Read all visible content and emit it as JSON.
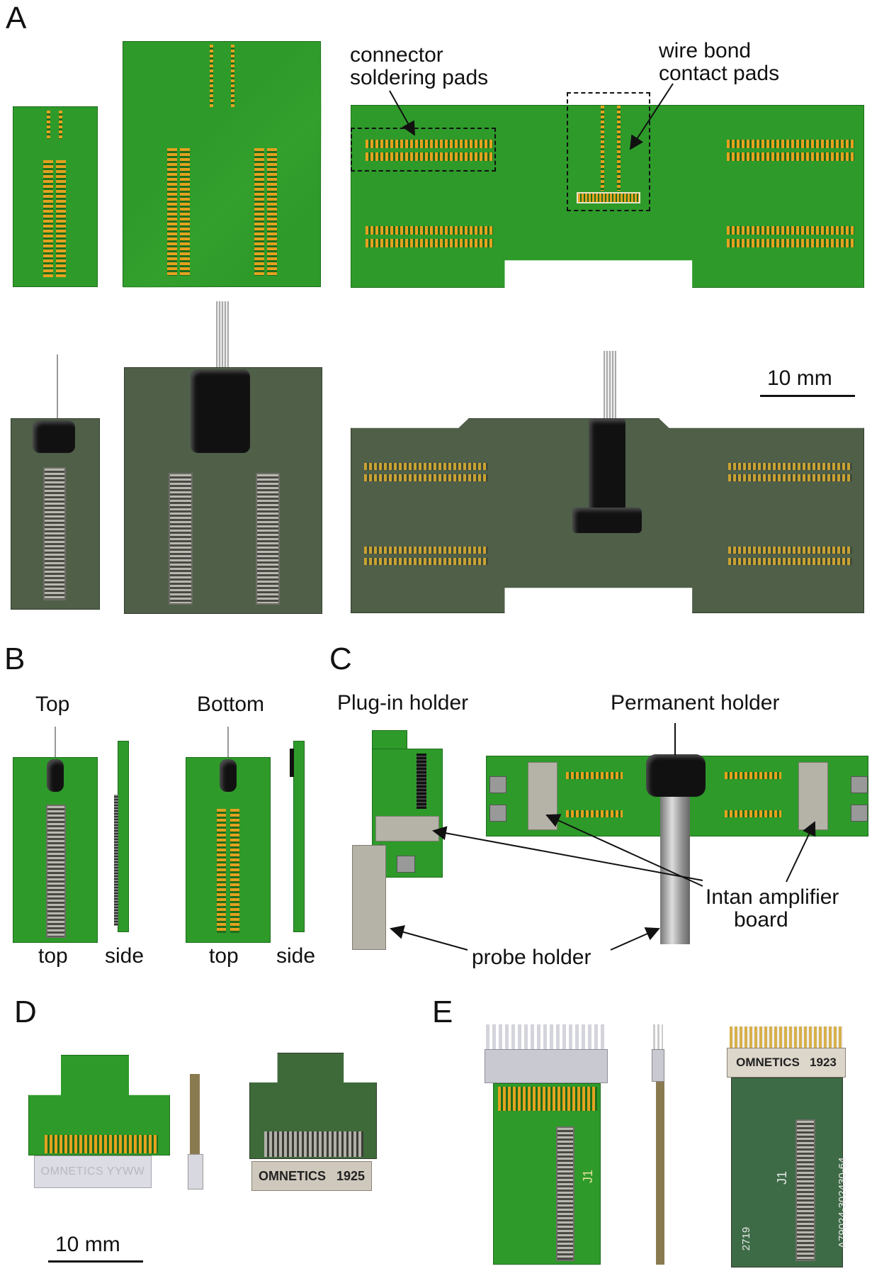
{
  "panels": {
    "a": "A",
    "b": "B",
    "c": "C",
    "d": "D",
    "e": "E"
  },
  "panel_a": {
    "connector_label_1": "connector",
    "connector_label_2": "soldering pads",
    "wirebond_label_1": "wire bond",
    "wirebond_label_2": "contact pads",
    "scale": "10 mm"
  },
  "panel_b": {
    "top_heading": "Top",
    "bottom_heading": "Bottom",
    "top_label_1": "top",
    "side_label_1": "side",
    "top_label_2": "top",
    "side_label_2": "side"
  },
  "panel_c": {
    "plugin_heading": "Plug-in holder",
    "permanent_heading": "Permanent holder",
    "intan_label_1": "Intan amplifier",
    "intan_label_2": "board",
    "probe_holder_label": "probe holder"
  },
  "panel_d": {
    "render_connector_text": "OMNETICS YYWW",
    "photo_connector_text": "OMNETICS   1925",
    "scale": "10 mm"
  },
  "panel_e": {
    "photo_connector_text": "OMNETICS   1923",
    "board_text_j1": "J1",
    "photo_text_j1": "J1",
    "photo_text_part": "A79024-302430-64",
    "photo_text_code": "2719"
  },
  "colors": {
    "pcb_green": "#2e9a2a",
    "gold_pad": "#e4a21f",
    "photo_board": "#4f5f48",
    "epoxy": "#111111"
  }
}
